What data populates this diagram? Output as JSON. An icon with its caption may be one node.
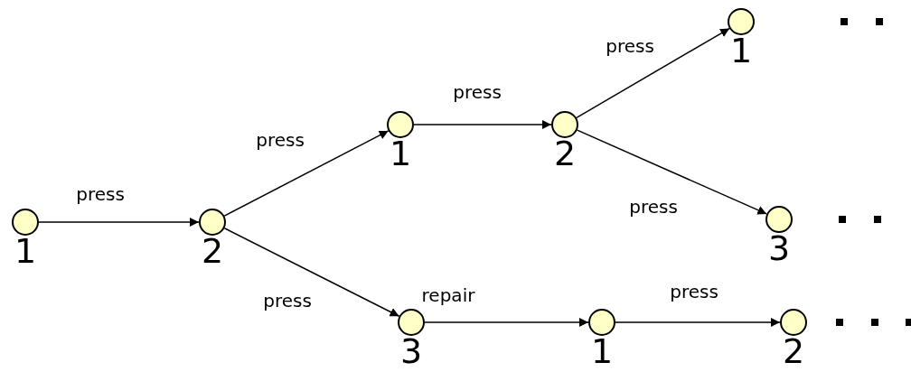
{
  "diagram": {
    "nodes": [
      {
        "text": [
          "1"
        ]
      },
      {
        "text": [
          "2"
        ]
      },
      {
        "text": [
          "1"
        ]
      },
      {
        "text": [
          "2"
        ]
      },
      {
        "text": [
          "1"
        ]
      },
      {
        "text": [
          "3"
        ]
      },
      {
        "text": [
          "3"
        ]
      },
      {
        "text": [
          "1"
        ]
      },
      {
        "text": [
          "2"
        ]
      }
    ],
    "edges": [
      {
        "from": 0,
        "to": 1,
        "arrow": "to",
        "label": "press"
      },
      {
        "from": 1,
        "to": 2,
        "arrow": "to",
        "label": "press"
      },
      {
        "from": 1,
        "to": 6,
        "arrow": "to",
        "label": "press"
      },
      {
        "from": 2,
        "to": 3,
        "arrow": "to",
        "label": "press"
      },
      {
        "from": 3,
        "to": 4,
        "arrow": "to",
        "label": "press"
      },
      {
        "from": 3,
        "to": 5,
        "arrow": "to",
        "label": "press"
      },
      {
        "from": 6,
        "to": 7,
        "arrow": "to",
        "label": "repair"
      },
      {
        "from": 7,
        "to": 8,
        "arrow": "to",
        "label": "press"
      }
    ]
  }
}
